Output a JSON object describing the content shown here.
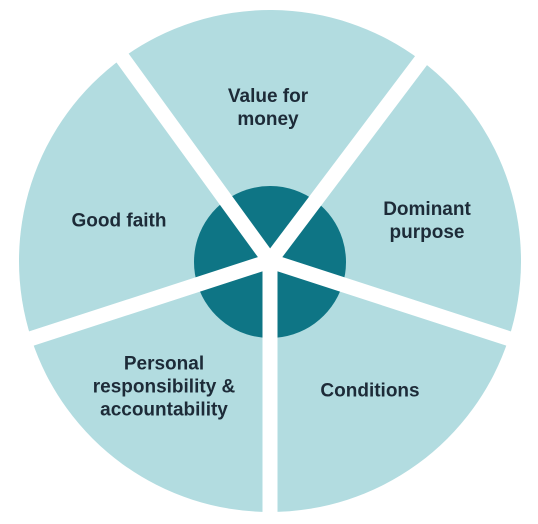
{
  "diagram": {
    "segments": [
      {
        "id": "value-for-money",
        "label": "Value for\nmoney"
      },
      {
        "id": "dominant-purpose",
        "label": "Dominant\npurpose"
      },
      {
        "id": "conditions",
        "label": "Conditions"
      },
      {
        "id": "personal-responsibility",
        "label": "Personal\nresponsibility &\naccountability"
      },
      {
        "id": "good-faith",
        "label": "Good faith"
      }
    ],
    "colors": {
      "segment_fill": "#b2dce0",
      "hub_fill": "#0e7585",
      "separator": "#ffffff",
      "text": "#1d2b38"
    }
  }
}
